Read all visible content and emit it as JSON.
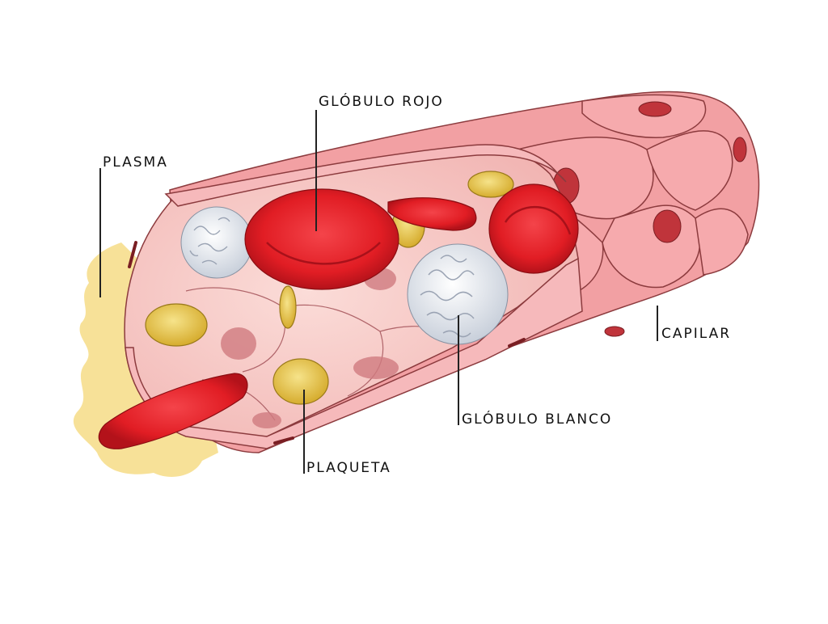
{
  "labels": {
    "plasma": "PLASMA",
    "red_cell": "GLÓBULO ROJO",
    "capillary": "CAPILAR",
    "white_cell": "GLÓBULO BLANCO",
    "platelet": "PLAQUETA"
  },
  "colors": {
    "vessel_wall": "#f4a2a4",
    "vessel_dark": "#c9575c",
    "vessel_light": "#fbd3d2",
    "red_blood_cell": "#e4232a",
    "platelet": "#e8c84a",
    "white_blood_cell": "#f1f3f6",
    "plasma_spill": "#f6dc86"
  }
}
